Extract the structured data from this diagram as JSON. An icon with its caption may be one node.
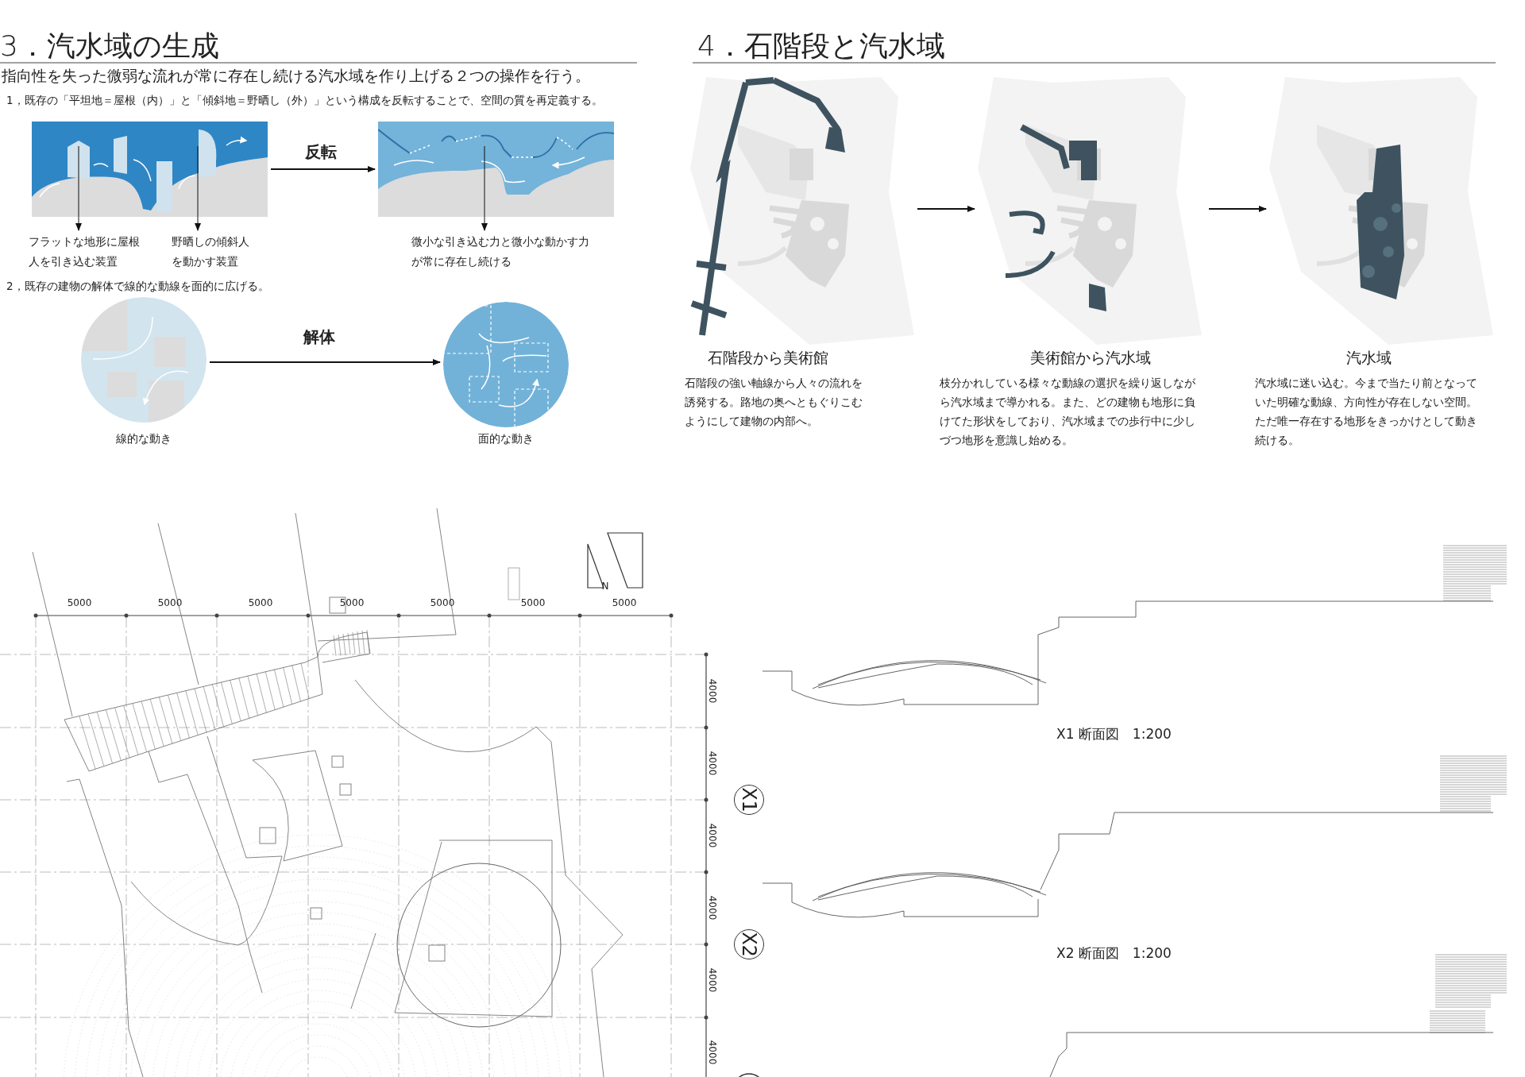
{
  "diagram": {
    "nodes": [
      {
        "text": [],
        "shape": "picture"
      },
      {
        "text": [],
        "shape": "picture"
      },
      {
        "text": [],
        "shape": "circle",
        "beside": [
          "線的な動き"
        ]
      },
      {
        "text": [],
        "shape": "circle",
        "beside": [
          "面的な動き"
        ]
      },
      {
        "text": [
          "フラットな地形に屋根人を引き込む装置"
        ]
      },
      {
        "text": [
          "野晒しの傾斜人を動かす装置"
        ]
      },
      {
        "text": [
          "微小な引き込む力と微小な動かす力が常に存在し続ける"
        ]
      },
      {
        "text": [],
        "shape": "picture",
        "beside": [
          "石階段から美術館",
          "石階段の強い軸線から人々の流れを誘発する。路地の奥へともぐりこむようにして建物の内部へ。"
        ]
      },
      {
        "text": [],
        "shape": "picture",
        "beside": [
          "美術館から汽水域",
          "枝分かれしている様々な動線の選択を繰り返しながら汽水域まで導かれる。また、どの建物も地形に負けてた形状をしており、汽水域までの歩行中に少しづつ地形を意識し始める。"
        ]
      },
      {
        "text": [],
        "shape": "picture",
        "beside": [
          "汽水域",
          "汽水域に迷い込む。今まで当たり前となっていた明確な動線、方向性が存在しない空間。ただ唯一存在する地形をきっかけとして動き続ける。"
        ]
      }
    ],
    "edges": [
      {
        "from": 0,
        "to": 1,
        "arrow": "to",
        "label": "反転"
      },
      {
        "from": 2,
        "to": 3,
        "arrow": "to",
        "label": "解体"
      },
      {
        "from": 0,
        "to": 4,
        "arrow": "to"
      },
      {
        "from": 0,
        "to": 5,
        "arrow": "to"
      },
      {
        "from": 1,
        "to": 6,
        "arrow": "to"
      },
      {
        "from": 7,
        "to": 8,
        "arrow": "to"
      },
      {
        "from": 8,
        "to": 9,
        "arrow": "to"
      }
    ],
    "labels": [
      "3．汽水域の生成",
      "指向性を失った微弱な流れが常に存在し続ける汽水域を作り上げる２つの操作を行う。",
      "1，既存の「平坦地＝屋根（内）」と「傾斜地＝野晒し（外）」という構成を反転することで、空間の質を再定義する。",
      "2，既存の建物の解体で線的な動線を面的に広げる。",
      "4．石階段と汽水域",
      "5000",
      "5000",
      "5000",
      "5000",
      "5000",
      "5000",
      "5000",
      "N",
      "4000",
      "4000",
      "4000",
      "4000",
      "4000",
      "4000",
      "X1",
      "X2",
      "X1 断面図　1:200",
      "X2 断面図　1:200"
    ]
  }
}
